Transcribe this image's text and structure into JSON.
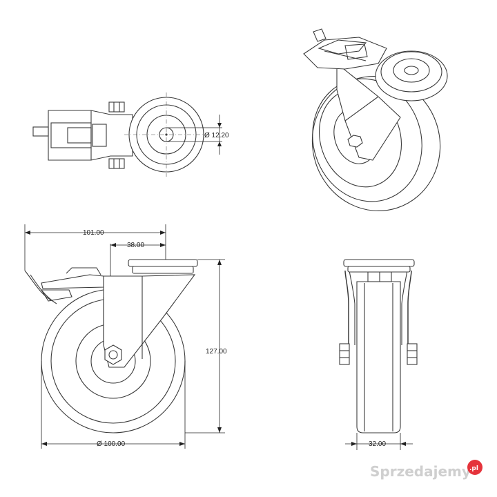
{
  "dimensions": {
    "bolt_hole_diameter": "Ø 12.20",
    "overall_length": "101.00",
    "offset": "38.00",
    "height": "127.00",
    "wheel_diameter": "Ø 100.00",
    "wheel_width": "32.00"
  },
  "views": [
    "top-view",
    "isometric-view",
    "side-view",
    "front-view"
  ],
  "watermark": {
    "text": "Sprzedajemy",
    "suffix": ".pl",
    "badge_color": "#e5333b",
    "text_color": "#cfcfcf"
  },
  "colors": {
    "line": "#3a3a3a",
    "background": "#ffffff"
  }
}
